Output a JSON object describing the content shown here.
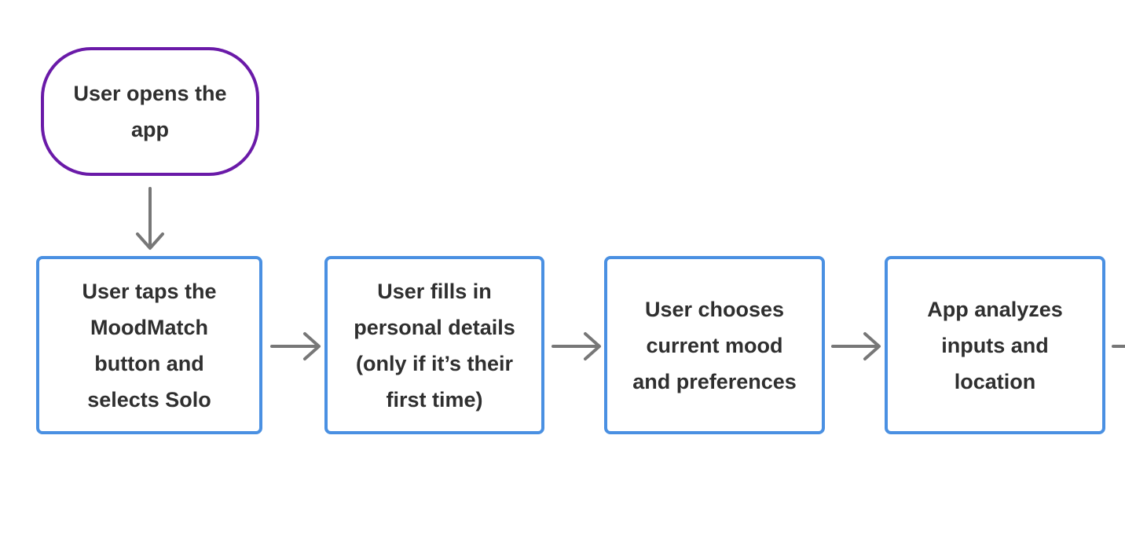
{
  "colors": {
    "start_border": "#6a1aa8",
    "step_border": "#4a90e2",
    "arrow": "#777777",
    "text": "#2f2f2f"
  },
  "flow": {
    "start": {
      "lines": [
        "User opens the",
        "app"
      ]
    },
    "steps": [
      {
        "lines": [
          "User taps the",
          "MoodMatch",
          "button and",
          "selects Solo"
        ]
      },
      {
        "lines": [
          "User fills in",
          "personal details",
          "(only if it’s their",
          "first time)"
        ]
      },
      {
        "lines": [
          "User chooses",
          "current mood",
          "and preferences"
        ]
      },
      {
        "lines": [
          "App analyzes",
          "inputs and",
          "location"
        ]
      }
    ]
  }
}
